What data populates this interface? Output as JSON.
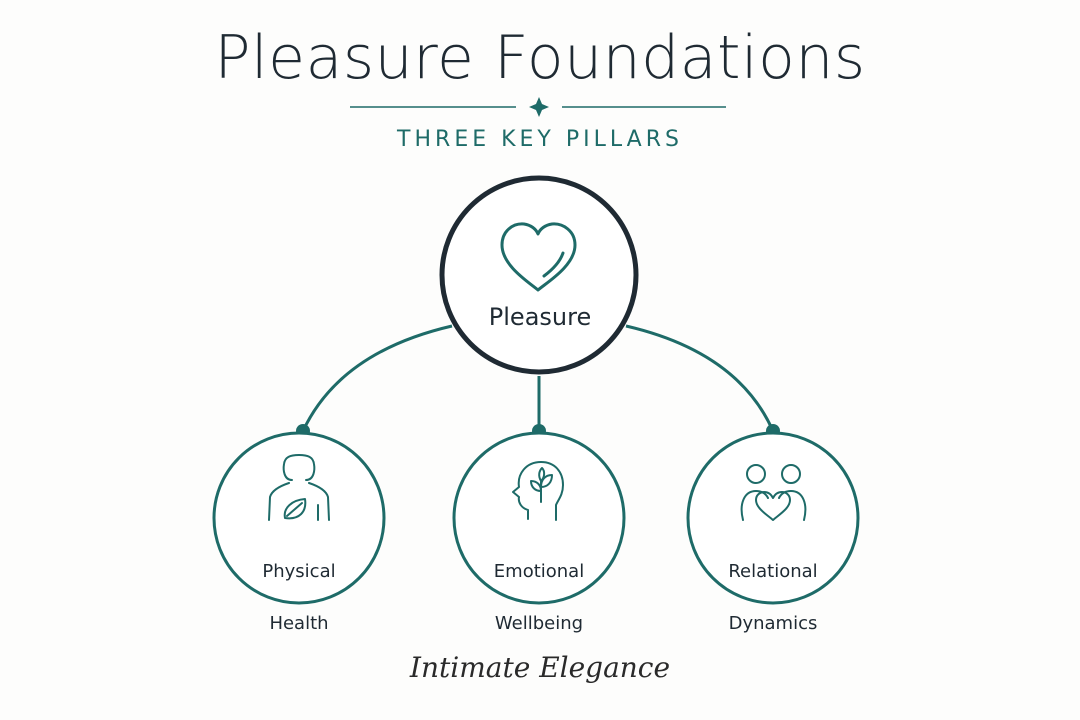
{
  "header": {
    "title": "Pleasure Foundations",
    "subtitle": "THREE KEY PILLARS"
  },
  "center": {
    "label": "Pleasure",
    "icon": "heart-icon"
  },
  "pillars": [
    {
      "line1": "Physical",
      "line2": "Health",
      "icon": "person-leaf-icon"
    },
    {
      "line1": "Emotional",
      "line2": "Wellbeing",
      "icon": "head-sprout-icon"
    },
    {
      "line1": "Relational",
      "line2": "Dynamics",
      "icon": "couple-heart-icon"
    }
  ],
  "footer": {
    "brand": "Intimate Elegance"
  },
  "colors": {
    "accent": "#1e6b68",
    "dark": "#1f2a33",
    "background": "#fdfdfc"
  }
}
